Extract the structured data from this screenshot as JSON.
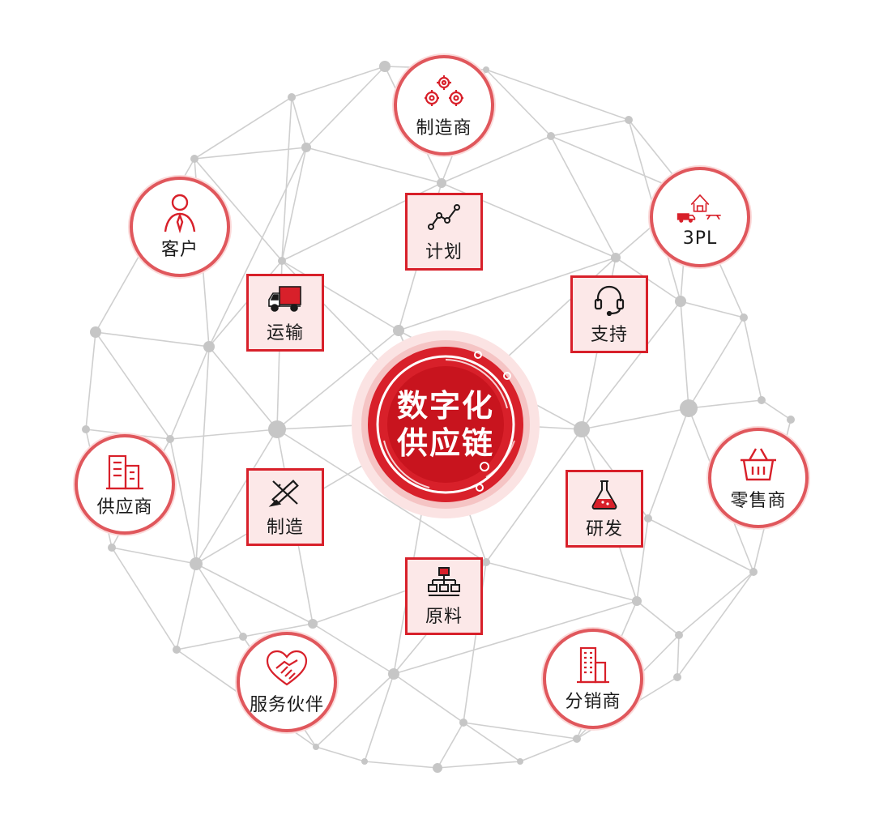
{
  "center": {
    "line1": "数字化",
    "line2": "供应链"
  },
  "outer_nodes": {
    "manufacturer": {
      "label": "制造商",
      "icon": "gears-icon"
    },
    "logistics_3pl": {
      "label": "3PL",
      "icon": "warehouse-truck-icon"
    },
    "customer": {
      "label": "客户",
      "icon": "person-icon"
    },
    "supplier": {
      "label": "供应商",
      "icon": "buildings-icon"
    },
    "retailer": {
      "label": "零售商",
      "icon": "basket-icon"
    },
    "service_partner": {
      "label": "服务伙伴",
      "icon": "handshake-heart-icon"
    },
    "distributor": {
      "label": "分销商",
      "icon": "office-building-icon"
    }
  },
  "inner_nodes": {
    "plan": {
      "label": "计划",
      "icon": "line-trend-icon"
    },
    "transport": {
      "label": "运输",
      "icon": "truck-icon"
    },
    "support": {
      "label": "支持",
      "icon": "headset-icon"
    },
    "manufacturing": {
      "label": "制造",
      "icon": "ruler-pencil-icon"
    },
    "rnd": {
      "label": "研发",
      "icon": "flask-icon"
    },
    "materials": {
      "label": "原料",
      "icon": "hierarchy-icon"
    }
  },
  "colors": {
    "accent_red": "#d8202a",
    "circle_border": "#e0575c",
    "box_fill": "#fce8e8",
    "network_line": "#cfcfcf",
    "network_node": "#c6c6c6"
  }
}
